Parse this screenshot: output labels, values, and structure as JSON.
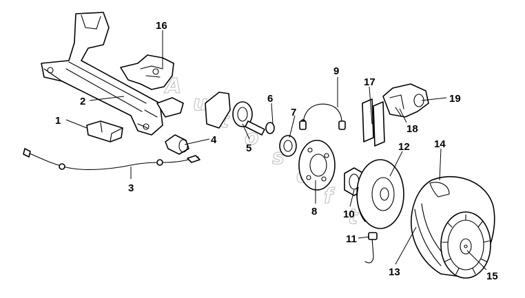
{
  "callouts": [
    "1",
    "2",
    "3",
    "4",
    "5",
    "6",
    "7",
    "8",
    "9",
    "10",
    "11",
    "12",
    "13",
    "14",
    "15",
    "16",
    "17",
    "18",
    "19"
  ],
  "watermark": [
    "A",
    "u",
    "t",
    "o",
    "s",
    "o",
    "f",
    "t"
  ],
  "colors": {
    "line": "#000000",
    "background": "#ffffff",
    "watermark": "#9a9a9a"
  }
}
